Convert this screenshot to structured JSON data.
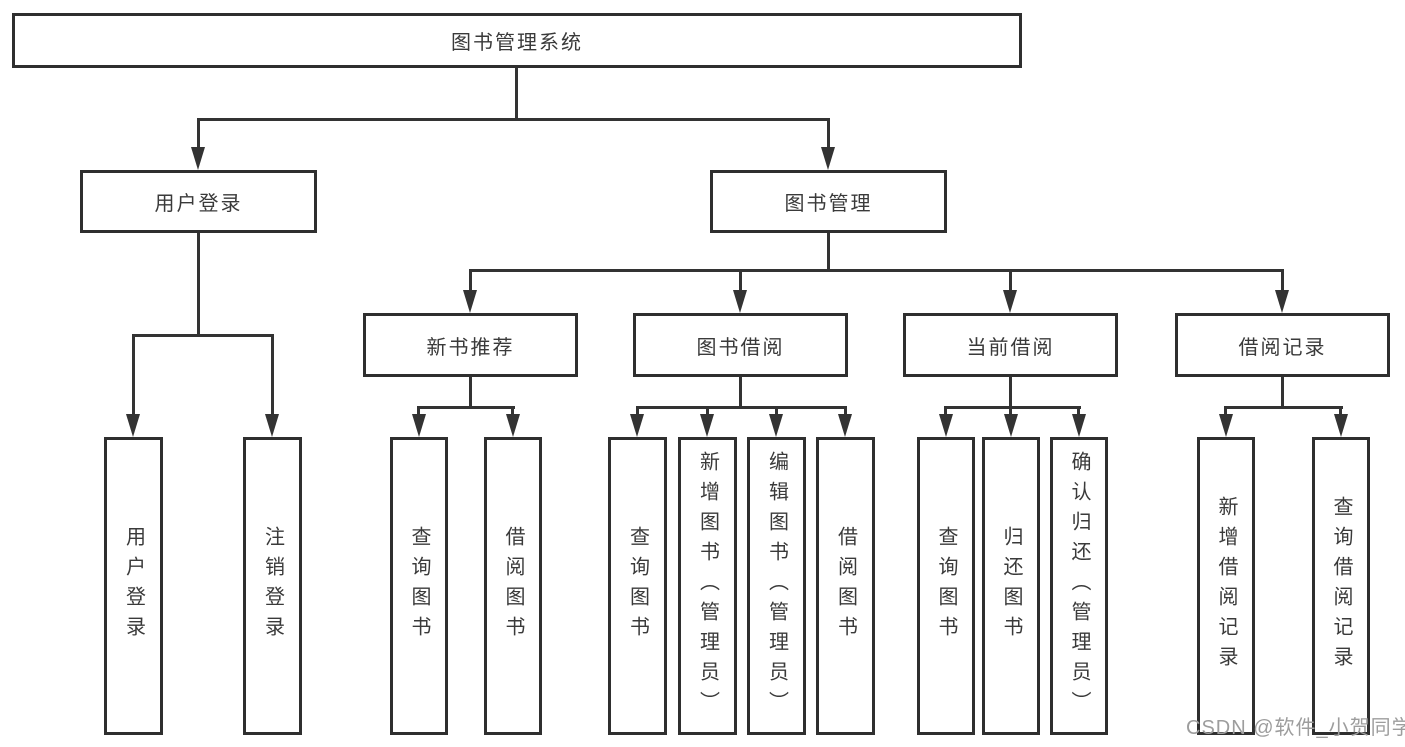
{
  "diagram": {
    "root": {
      "label": "图书管理系统"
    },
    "branches": [
      {
        "label": "用户登录",
        "children": [
          {
            "label": "用户登录"
          },
          {
            "label": "注销登录"
          }
        ]
      },
      {
        "label": "图书管理",
        "sections": [
          {
            "label": "新书推荐",
            "children": [
              {
                "label": "查询图书"
              },
              {
                "label": "借阅图书"
              }
            ]
          },
          {
            "label": "图书借阅",
            "children": [
              {
                "label": "查询图书"
              },
              {
                "label": "新增图书（管理员）"
              },
              {
                "label": "编辑图书（管理员）"
              },
              {
                "label": "借阅图书"
              }
            ]
          },
          {
            "label": "当前借阅",
            "children": [
              {
                "label": "查询图书"
              },
              {
                "label": "归还图书"
              },
              {
                "label": "确认归还（管理员）"
              }
            ]
          },
          {
            "label": "借阅记录",
            "children": [
              {
                "label": "新增借阅记录"
              },
              {
                "label": "查询借阅记录"
              }
            ]
          }
        ]
      }
    ]
  },
  "watermark": {
    "text": "CSDN @软件_小贺同学"
  },
  "colors": {
    "line": "#333333",
    "border": "#2f2f2f",
    "text": "#3a3a3a",
    "background": "#ffffff",
    "watermark": "#9d9d9d"
  }
}
